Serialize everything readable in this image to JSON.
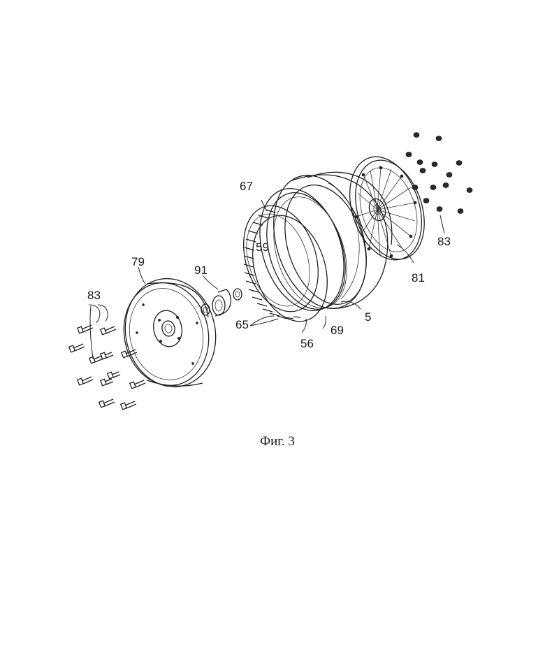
{
  "figure": {
    "caption": "Фиг. 3",
    "labels": {
      "bolts_left": "83",
      "end_cover_left": "79",
      "bearing": "91",
      "stator_ring": "67",
      "lamination": "59",
      "blades": "65",
      "ring_56": "56",
      "seal_69": "69",
      "tyre": "5",
      "end_cover_right": "81",
      "nuts_right": "83"
    }
  }
}
